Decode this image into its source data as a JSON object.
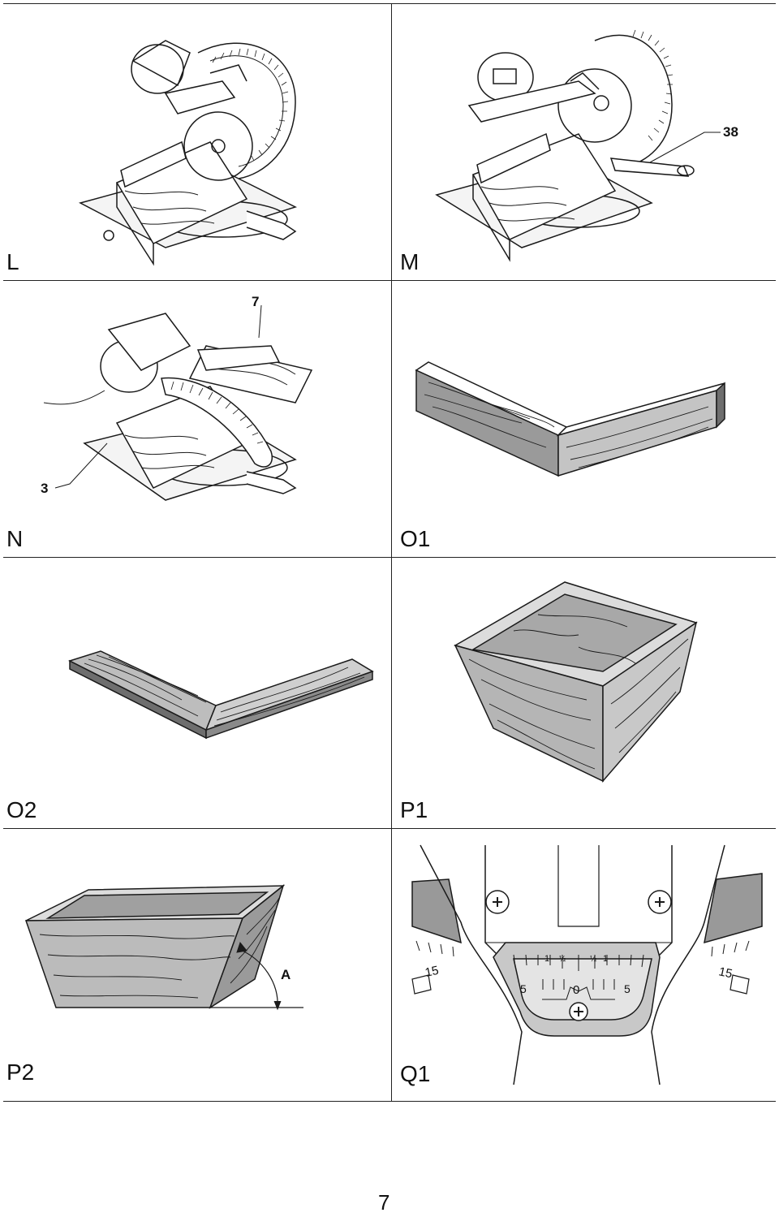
{
  "panels": {
    "L": {
      "label": "L"
    },
    "M": {
      "label": "M",
      "callout": "38"
    },
    "N": {
      "label": "N",
      "callouts": [
        "7",
        "3"
      ]
    },
    "O1": {
      "label": "O1"
    },
    "O2": {
      "label": "O2"
    },
    "P1": {
      "label": "P1"
    },
    "P2": {
      "label": "P2",
      "angle_label": "A"
    },
    "Q1": {
      "label": "Q1",
      "scale_numbers": [
        "15",
        "5",
        "0",
        "5",
        "15"
      ],
      "vernier_marks": [
        "1",
        "½",
        "½",
        "1"
      ]
    }
  },
  "page_number": "7",
  "colors": {
    "wood_fill": "#bdbdbd",
    "wood_dark": "#8f8f8f",
    "line": "#1a1a1a",
    "scale_band": "#999999"
  }
}
